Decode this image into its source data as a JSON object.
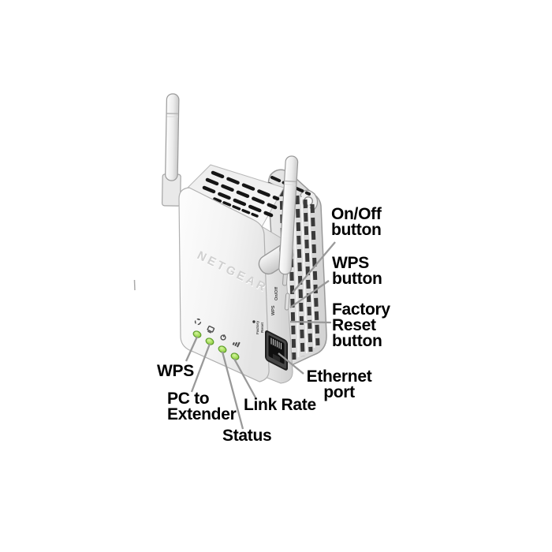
{
  "device": {
    "brand": "NETGEAR",
    "side_labels": {
      "on_off": "On/Off",
      "wps": "WPS",
      "factory": "Factory",
      "reset": "Reset"
    },
    "leds": [
      {
        "name": "WPS",
        "icon": "wps-icon"
      },
      {
        "name": "PC to Extender",
        "icon": "pc-to-extender-icon"
      },
      {
        "name": "Status",
        "icon": "status-icon"
      },
      {
        "name": "Link Rate",
        "icon": "link-rate-icon"
      }
    ]
  },
  "callouts": {
    "on_off_button": {
      "label": "On/Off\nbutton"
    },
    "wps_button": {
      "label": "WPS\nbutton"
    },
    "factory_reset_button": {
      "label": "Factory\nReset\nbutton"
    },
    "ethernet_port": {
      "label": "Ethernet\nport"
    },
    "wps_led": {
      "label": "WPS"
    },
    "pc_to_extender_led": {
      "label": "PC to\nExtender"
    },
    "link_rate_led": {
      "label": "Link Rate"
    },
    "status_led": {
      "label": "Status"
    }
  },
  "colors": {
    "led_green": "#8cc83e",
    "led_green_light": "#c8f08c",
    "led_border": "#5f9d2c",
    "leader_line": "#999999",
    "label_text": "#000000",
    "body_light": "#fcfcfc",
    "body_shadow": "#d9d9d9",
    "vent_dark": "#151515"
  }
}
